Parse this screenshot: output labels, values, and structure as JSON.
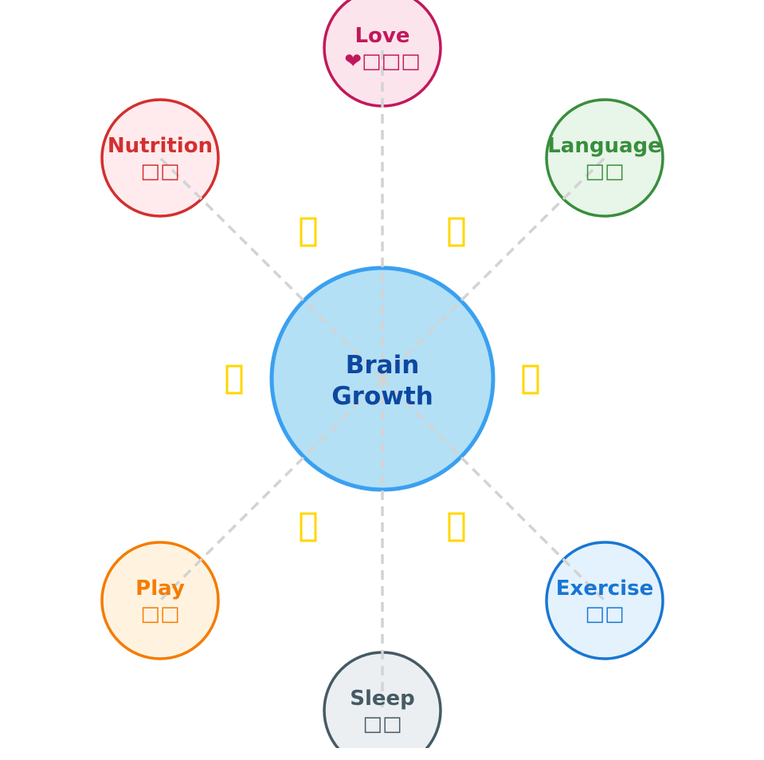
{
  "center": {
    "line1": "Brain",
    "line2": "Growth",
    "fill": "#b3e0f5",
    "stroke": "#3aa0f0",
    "text_color": "#0d47a1"
  },
  "nodes": [
    {
      "label": "Love",
      "sub": "❤□□□",
      "fill": "#fce4ec",
      "stroke": "#c2185b"
    },
    {
      "label": "Language",
      "sub": "□□",
      "fill": "#e8f5e9",
      "stroke": "#388e3c"
    },
    {
      "label": "Exercise",
      "sub": "□□",
      "fill": "#e3f2fd",
      "stroke": "#1976d2"
    },
    {
      "label": "Sleep",
      "sub": "□□",
      "fill": "#eceff1",
      "stroke": "#455a64"
    },
    {
      "label": "Play",
      "sub": "□□",
      "fill": "#fff3e0",
      "stroke": "#f57c00"
    },
    {
      "label": "Nutrition",
      "sub": "□□",
      "fill": "#ffebee",
      "stroke": "#d32f2f"
    }
  ],
  "sparkles": {
    "icon": "sparkle-icon",
    "color": "#ffd700",
    "count": 6
  },
  "connector_color": "#d3d3d3"
}
